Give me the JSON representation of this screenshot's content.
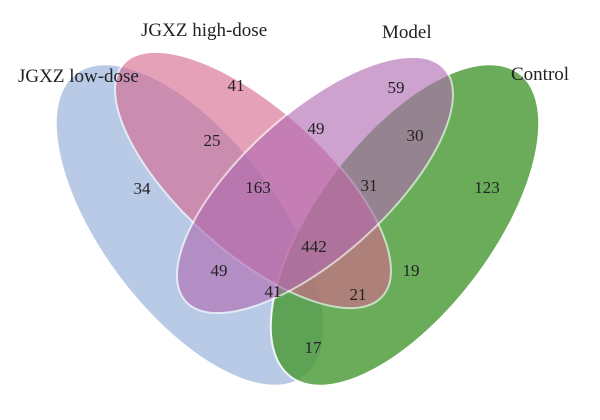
{
  "sets": [
    {
      "id": "low",
      "name": "JGXZ low-dose",
      "color": "#8eaad8"
    },
    {
      "id": "high",
      "name": "JGXZ high-dose",
      "color": "#d6688e"
    },
    {
      "id": "model",
      "name": "Model",
      "color": "#b06ab2"
    },
    {
      "id": "control",
      "name": "Control",
      "color": "#4a9a36"
    }
  ],
  "regions": [
    {
      "sets": [
        "low"
      ],
      "count": "34"
    },
    {
      "sets": [
        "high"
      ],
      "count": "41"
    },
    {
      "sets": [
        "model"
      ],
      "count": "59"
    },
    {
      "sets": [
        "control"
      ],
      "count": "123"
    },
    {
      "sets": [
        "low",
        "high"
      ],
      "count": "25"
    },
    {
      "sets": [
        "high",
        "model"
      ],
      "count": "49"
    },
    {
      "sets": [
        "model",
        "control"
      ],
      "count": "30"
    },
    {
      "sets": [
        "low",
        "high",
        "model"
      ],
      "count": "163"
    },
    {
      "sets": [
        "high",
        "model",
        "control"
      ],
      "count": "31"
    },
    {
      "sets": [
        "low",
        "high",
        "model",
        "control"
      ],
      "count": "442"
    },
    {
      "sets": [
        "low",
        "model"
      ],
      "count": "49"
    },
    {
      "sets": [
        "high",
        "control"
      ],
      "count": "19"
    },
    {
      "sets": [
        "low",
        "model",
        "control"
      ],
      "count": "41"
    },
    {
      "sets": [
        "low",
        "high",
        "control"
      ],
      "count": "21"
    },
    {
      "sets": [
        "low",
        "control"
      ],
      "count": "17"
    }
  ]
}
